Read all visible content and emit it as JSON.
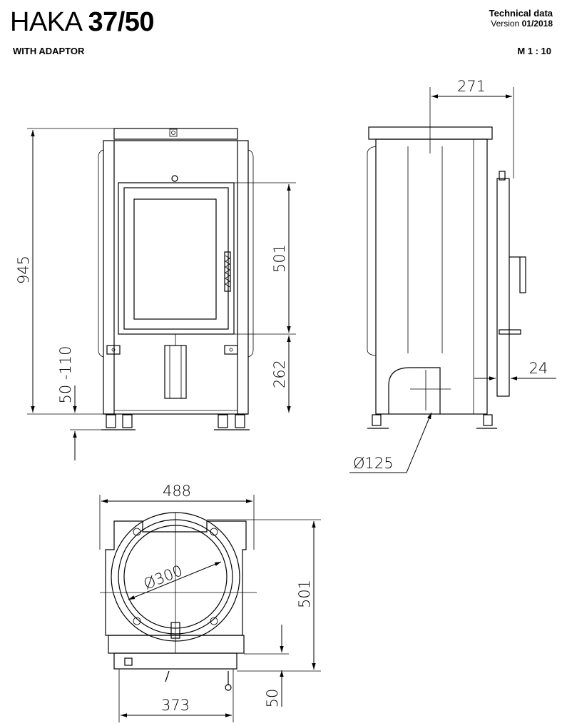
{
  "header": {
    "model_prefix": "HAKA",
    "model_number": "37/50",
    "subtitle": "WITH ADAPTOR",
    "doc_type": "Technical data",
    "version_label": "Version",
    "version_value": "01/2018",
    "scale": "M 1 : 10"
  },
  "front_view": {
    "height_total": "945",
    "door_height": "501",
    "door_bottom_height": "262",
    "foot_adjust": "50 -110"
  },
  "side_view": {
    "depth_top": "271",
    "back_offset": "24",
    "flue_diameter": "Ø125"
  },
  "top_view": {
    "width": "488",
    "depth": "501",
    "flue_diameter": "Ø300",
    "base_width": "373",
    "front_offset": "50"
  }
}
